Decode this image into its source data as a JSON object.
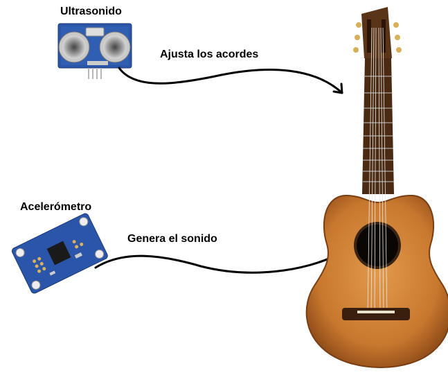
{
  "labels": {
    "ultrasonic": "Ultrasonido",
    "accelerometer": "Acelerómetro",
    "adjusts_chords": "Ajusta los acordes",
    "generates_sound": "Genera el sonido"
  },
  "colors": {
    "pcb_blue": "#2b55a8",
    "guitar_body": "#c8782e",
    "guitar_neck": "#5a3418",
    "arrow": "#000000"
  },
  "icons": [
    "ultrasonic-sensor-icon",
    "accelerometer-board-icon",
    "guitar-icon"
  ]
}
